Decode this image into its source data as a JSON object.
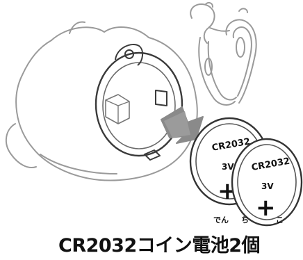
{
  "caption": {
    "main": "CR2032コイン電池2個",
    "ruby_den": "でん",
    "ruby_chi": "ち",
    "ruby_ko": "こ"
  },
  "coins": {
    "back": {
      "model": "CR2032",
      "voltage": "3V",
      "sign": "+"
    },
    "front": {
      "model": "CR2032",
      "voltage": "3V",
      "sign": "+"
    }
  },
  "colors": {
    "outline": "#4a4a4a",
    "light_outline": "#9a9a9a",
    "arrow": "#777777",
    "text": "#111111"
  }
}
